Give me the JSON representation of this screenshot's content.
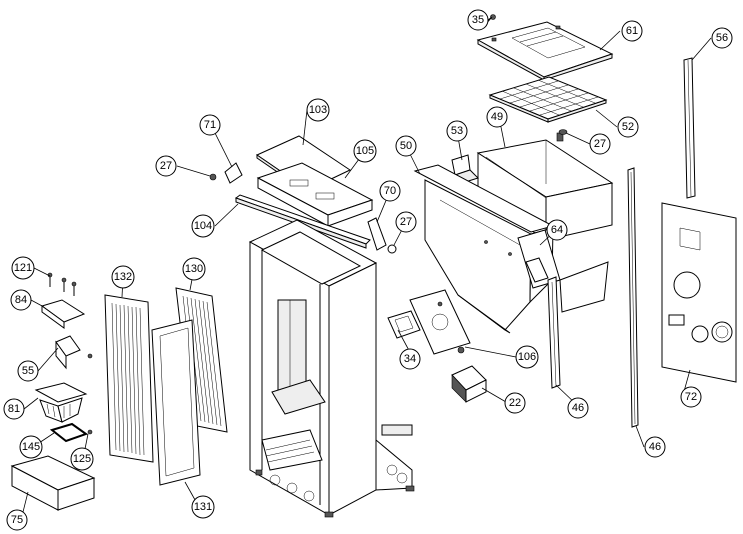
{
  "diagram": {
    "type": "exploded-parts-view",
    "callouts": [
      {
        "id": "c35",
        "label": "35"
      },
      {
        "id": "c61",
        "label": "61"
      },
      {
        "id": "c56",
        "label": "56"
      },
      {
        "id": "c52",
        "label": "52"
      },
      {
        "id": "c27a",
        "label": "27"
      },
      {
        "id": "c49",
        "label": "49"
      },
      {
        "id": "c53",
        "label": "53"
      },
      {
        "id": "c50",
        "label": "50"
      },
      {
        "id": "c103",
        "label": "103"
      },
      {
        "id": "c71",
        "label": "71"
      },
      {
        "id": "c105",
        "label": "105"
      },
      {
        "id": "c27b",
        "label": "27"
      },
      {
        "id": "c70",
        "label": "70"
      },
      {
        "id": "c27c",
        "label": "27"
      },
      {
        "id": "c104",
        "label": "104"
      },
      {
        "id": "c64",
        "label": "64"
      },
      {
        "id": "c121",
        "label": "121"
      },
      {
        "id": "c132",
        "label": "132"
      },
      {
        "id": "c130",
        "label": "130"
      },
      {
        "id": "c84",
        "label": "84"
      },
      {
        "id": "c55",
        "label": "55"
      },
      {
        "id": "c34",
        "label": "34"
      },
      {
        "id": "c106",
        "label": "106"
      },
      {
        "id": "c22",
        "label": "22"
      },
      {
        "id": "c46a",
        "label": "46"
      },
      {
        "id": "c72",
        "label": "72"
      },
      {
        "id": "c81",
        "label": "81"
      },
      {
        "id": "c145",
        "label": "145"
      },
      {
        "id": "c125",
        "label": "125"
      },
      {
        "id": "c46b",
        "label": "46"
      },
      {
        "id": "c75",
        "label": "75"
      },
      {
        "id": "c131",
        "label": "131"
      }
    ]
  }
}
